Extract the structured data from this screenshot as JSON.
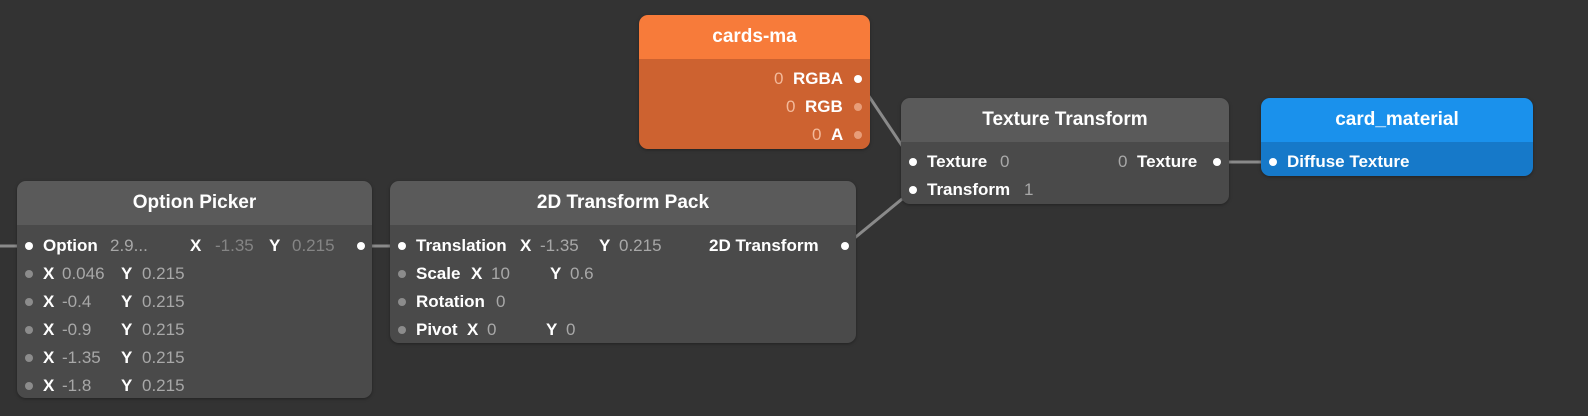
{
  "colors": {
    "canvas": "#333333",
    "node_header": "#5a5a5a",
    "node_body": "#4a4a4a",
    "texture_header": "#f77b3a",
    "texture_body": "#cd6230",
    "material_header": "#1a91ec",
    "material_body": "#1679c9",
    "wire": "#8a8a8a"
  },
  "option_picker": {
    "title": "Option Picker",
    "option_label": "Option",
    "option_value": "2.9...",
    "out_x_label": "X",
    "out_x_value": "-1.35",
    "out_y_label": "Y",
    "out_y_value": "0.215",
    "rows": [
      {
        "x_label": "X",
        "x": "0.046",
        "y_label": "Y",
        "y": "0.215"
      },
      {
        "x_label": "X",
        "x": "-0.4",
        "y_label": "Y",
        "y": "0.215"
      },
      {
        "x_label": "X",
        "x": "-0.9",
        "y_label": "Y",
        "y": "0.215"
      },
      {
        "x_label": "X",
        "x": "-1.35",
        "y_label": "Y",
        "y": "0.215"
      },
      {
        "x_label": "X",
        "x": "-1.8",
        "y_label": "Y",
        "y": "0.215"
      }
    ]
  },
  "transform_pack": {
    "title": "2D Transform Pack",
    "translation_label": "Translation",
    "translation_x_label": "X",
    "translation_x": "-1.35",
    "translation_y_label": "Y",
    "translation_y": "0.215",
    "scale_label": "Scale",
    "scale_x_label": "X",
    "scale_x": "10",
    "scale_y_label": "Y",
    "scale_y": "0.6",
    "rotation_label": "Rotation",
    "rotation": "0",
    "pivot_label": "Pivot",
    "pivot_x_label": "X",
    "pivot_x": "0",
    "pivot_y_label": "Y",
    "pivot_y": "0",
    "output_label": "2D Transform"
  },
  "cards_ma": {
    "title": "cards-ma",
    "outputs": [
      {
        "value": "0",
        "label": "RGBA"
      },
      {
        "value": "0",
        "label": "RGB"
      },
      {
        "value": "0",
        "label": "A"
      }
    ]
  },
  "texture_transform": {
    "title": "Texture Transform",
    "texture_in_label": "Texture",
    "texture_in_value": "0",
    "transform_in_label": "Transform",
    "transform_in_value": "1",
    "texture_out_value": "0",
    "texture_out_label": "Texture"
  },
  "card_material": {
    "title": "card_material",
    "diffuse_label": "Diffuse Texture"
  }
}
